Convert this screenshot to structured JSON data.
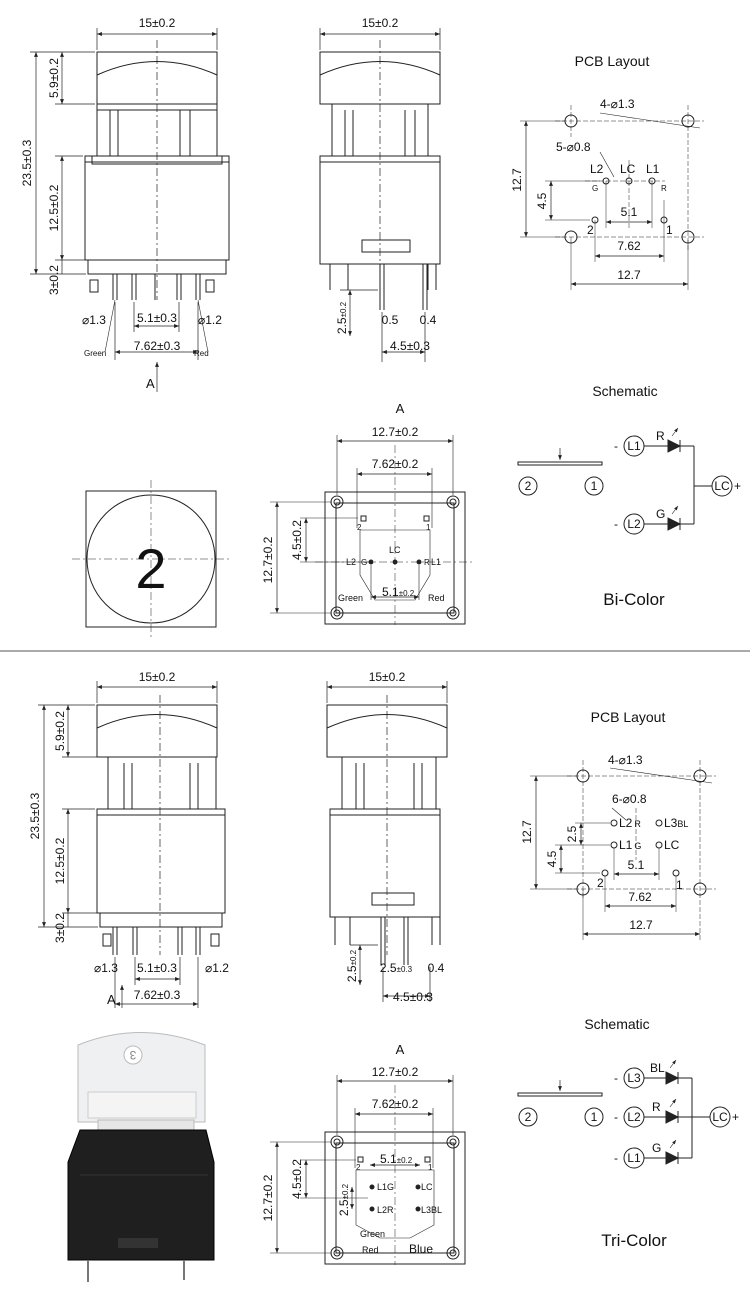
{
  "bicolor": {
    "front": {
      "width": "15±0.2",
      "cap": "5.9±0.2",
      "total": "23.5±0.3",
      "body": "12.5±0.2",
      "base": "3±0.2",
      "hole": "⌀1.3",
      "pitch_inner": "5.1±0.3",
      "pin_dia": "⌀1.2",
      "green": "Green",
      "pitch_outer": "7.62±0.3",
      "red": "Red",
      "arrow": "A"
    },
    "side": {
      "width": "15±0.2",
      "pin_len_a": "2.5",
      "pin_len_b": "±0.2",
      "pin_a": "0.5",
      "pin_b": "0.4",
      "pitch": "4.5±0.3"
    },
    "pcb": {
      "title": "PCB Layout",
      "holes_big": "4-⌀1.3",
      "holes_small": "5-⌀0.8",
      "l2": "L2",
      "lc": "LC",
      "l1": "L1",
      "g": "G",
      "r": "R",
      "h": "12.7",
      "v": "4.5",
      "d1": "5.1",
      "d2": "7.62",
      "d3": "12.7",
      "p2": "2",
      "p1": "1"
    },
    "schematic": {
      "title": "Schematic",
      "l1": "L1",
      "l2": "L2",
      "lc": "LC",
      "r": "R",
      "g": "G",
      "minus1": "-",
      "minus2": "-",
      "plus": "+",
      "n2": "2",
      "n1": "1"
    },
    "cap_number": "2",
    "bottom": {
      "a": "A",
      "w": "12.7±0.2",
      "w2": "7.62±0.2",
      "h": "12.7±0.2",
      "v": "4.5±0.2",
      "lc": "LC",
      "l2": "L2",
      "g": "G",
      "r": "R",
      "l1": "L1",
      "green": "Green",
      "red": "Red",
      "p": "5.1",
      "p_tol": "±0.2",
      "p2": "2",
      "p1": "1"
    },
    "name": "Bi-Color"
  },
  "tricolor": {
    "front": {
      "width": "15±0.2",
      "cap": "5.9±0.2",
      "total": "23.5±0.3",
      "body": "12.5±0.2",
      "base": "3±0.2",
      "hole": "⌀1.3",
      "pitch_inner": "5.1±0.3",
      "pin_dia": "⌀1.2",
      "pitch_outer": "7.62±0.3",
      "arrow": "A"
    },
    "side": {
      "width": "15±0.2",
      "pin_len_a": "2.5",
      "pin_len_b": "±0.2",
      "pin_a": "2.5",
      "pin_a_tol": "±0.3",
      "pin_b": "0.4",
      "pitch": "4.5±0.3"
    },
    "pcb": {
      "title": "PCB Layout",
      "holes_big": "4-⌀1.3",
      "holes_small": "6-⌀0.8",
      "l2r": "L2",
      "r": "R",
      "l3": "L3",
      "bl": "BL",
      "l1g": "L1",
      "g": "G",
      "lc": "LC",
      "h": "12.7",
      "v1": "2.5",
      "v2": "4.5",
      "d1": "5.1",
      "d2": "7.62",
      "d3": "12.7",
      "p2": "2",
      "p1": "1"
    },
    "schematic": {
      "title": "Schematic",
      "l3": "L3",
      "l2": "L2",
      "l1": "L1",
      "lc": "LC",
      "bl": "BL",
      "r": "R",
      "g": "G",
      "minus1": "-",
      "minus2": "-",
      "minus3": "-",
      "plus": "+",
      "n2": "2",
      "n1": "1"
    },
    "photo_number": "3",
    "bottom": {
      "a": "A",
      "w": "12.7±0.2",
      "w2": "7.62±0.2",
      "h": "12.7±0.2",
      "v": "4.5±0.2",
      "p": "5.1",
      "p_tol": "±0.2",
      "v2": "2.5",
      "v2_tol": "±0.2",
      "l1g": "L1G",
      "lc": "LC",
      "l2r": "L2R",
      "l3bl": "L3BL",
      "green": "Green",
      "red": "Red",
      "blue": "Blue",
      "p2": "2",
      "p1": "1"
    },
    "name": "Tri-Color"
  },
  "colors": {
    "line": "#222222",
    "divider": "#555555",
    "photo_body": "#1f1f1f"
  }
}
